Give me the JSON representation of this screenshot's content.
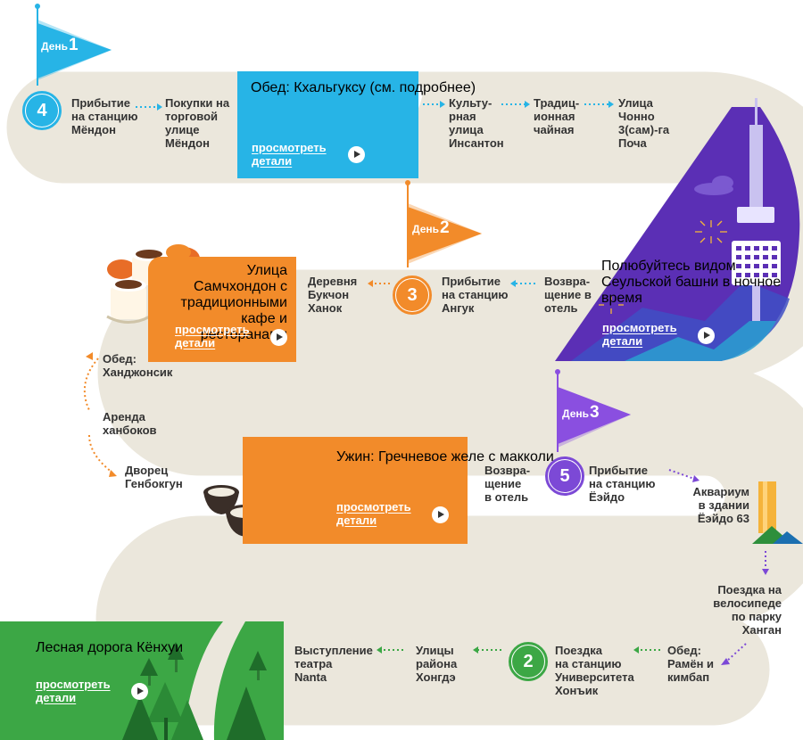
{
  "colors": {
    "road": "#ebe7dc",
    "blue": "#27b4e6",
    "orange": "#f28b2a",
    "purple": "#5b2fb5",
    "green": "#3ca745",
    "darkgreen": "#2d8a38"
  },
  "days": {
    "day1": {
      "word": "День",
      "num": "1"
    },
    "day2": {
      "word": "День",
      "num": "2"
    },
    "day3": {
      "word": "День",
      "num": "3"
    }
  },
  "steps": {
    "s4": "4",
    "s3": "3",
    "s5": "5",
    "s2": "2"
  },
  "labels": {
    "arrival_myeongdong": "Прибытие\nна станцию\nМёндон",
    "shopping_myeongdong": "Покупки на\nторговой\nулице\nМёндон",
    "insadong": "Культу-\nрная\nулица\nИнсантон",
    "teahouse": "Традиц-\nионная\nчайная",
    "jongno": "Улица\nЧонно\n3(сам)-га\nПоча",
    "return_hotel_2": "Возвра-\nщение в\nотель",
    "arrival_anguk": "Прибытие\nна станцию\nАнгук",
    "bukchon": "Деревня\nБукчон\nХанок",
    "lunch_hanjeongsik": "Обед:\nХанджонсик",
    "hanbok": "Аренда\nханбоков",
    "gyeongbokgung": "Дворец\nГенбокгун",
    "return_hotel_3": "Возвра-\nщение\nв отель",
    "arrival_yeouido": "Прибытие\nна станцию\nЁэйдо",
    "aquarium": "Аквариум\nв здании\nЁэйдо 63",
    "bike_hangang": "Поездка на\nвелосипеде\nпо парку\nХанган",
    "lunch_ramen": "Обед:\nРамён и\nкимбап",
    "ride_hongik": "Поездка\nна станцию\nУниверситета\nХонъик",
    "hongdae": "Улицы\nрайона\nХонгдэ",
    "nanta": "Выступление\nтеатра\nNanta"
  },
  "cards": {
    "kalguksu": {
      "title": "Обед:\nКхальгуксу\n(см.\nподробнее)",
      "more": "просмотреть\nдетали"
    },
    "tower": {
      "title": "Полюбуйтесь\nвидом Сеульской\nбашни в\nночное время",
      "more": "просмотреть\nдетали"
    },
    "samcheong": {
      "title": "Улица\nСамчхондон с\nтрадиционными\nкафе и ресторанами",
      "more": "просмотреть\nдетали"
    },
    "makgeolli": {
      "title": "Ужин:\nГречневое желе\nс макколи",
      "more": "просмотреть\nдетали"
    },
    "forest": {
      "title": "Лесная дорога\nКёнхуи",
      "more": "просмотреть\nдетали"
    }
  }
}
